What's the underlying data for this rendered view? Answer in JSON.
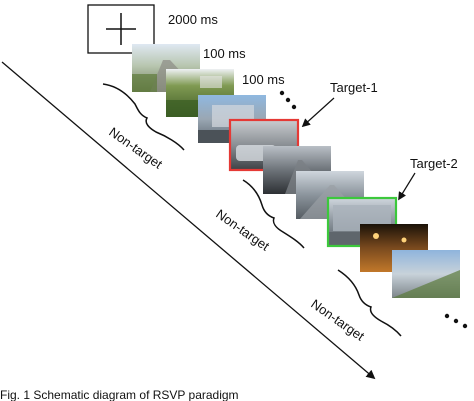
{
  "diagram": {
    "fixation": {
      "timing": "2000 ms"
    },
    "timings": [
      "100 ms",
      "100 ms"
    ],
    "targets": [
      {
        "label": "Target-1",
        "color": "#e53935"
      },
      {
        "label": "Target-2",
        "color": "#3cc83c"
      }
    ],
    "non_target_labels": [
      "Non-target",
      "Non-target",
      "Non-target"
    ],
    "caption": "Fig. 1   Schematic diagram of RSVP paradigm"
  },
  "colors": {
    "ink": "#111111",
    "background": "#ffffff"
  }
}
